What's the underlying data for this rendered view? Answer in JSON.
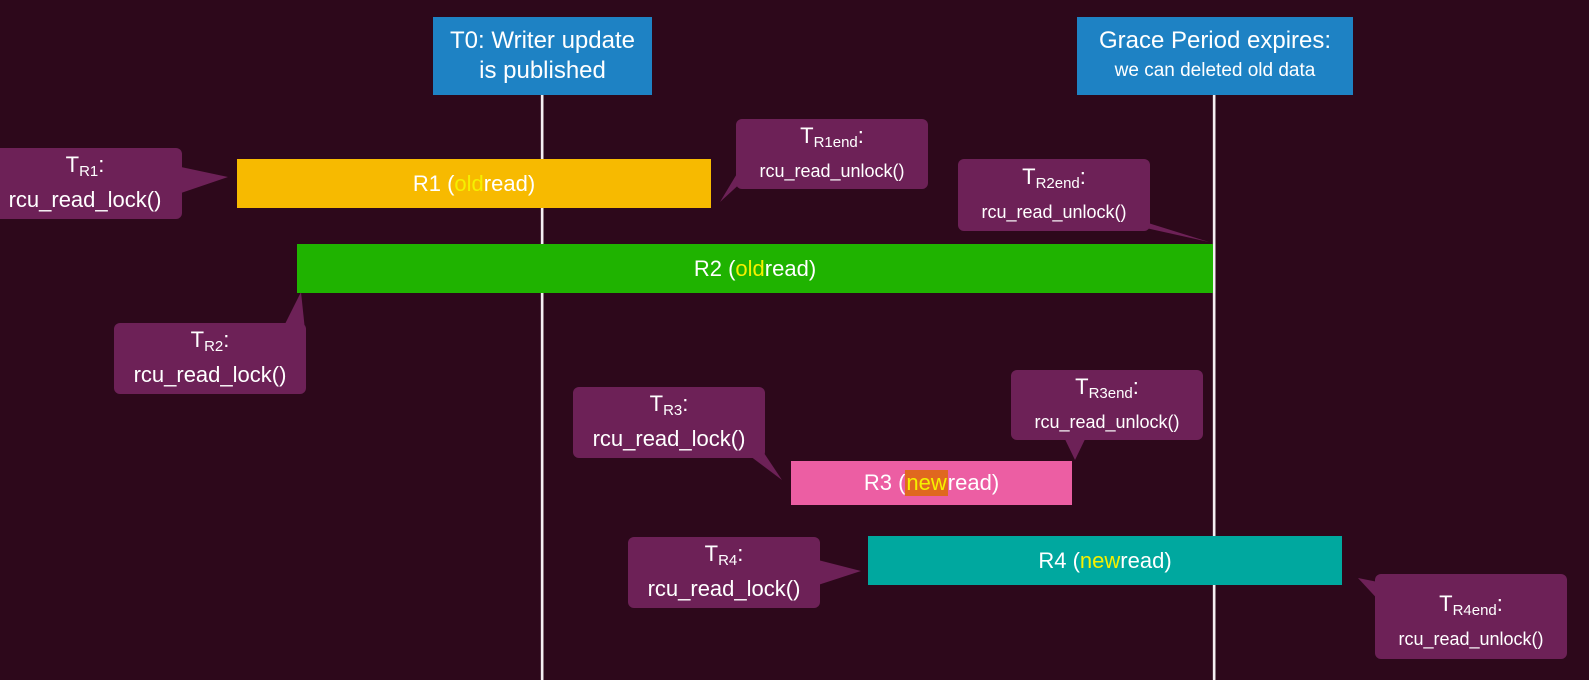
{
  "headers": {
    "t0": {
      "line1": "T0: Writer update",
      "line2": "is published"
    },
    "grace": {
      "line1": "Grace Period expires:",
      "line2": "we can deleted old data"
    }
  },
  "bars": {
    "r1": {
      "prefix": "R1 (",
      "word": "old",
      "suffix": " read)",
      "color": "#f7ba00"
    },
    "r2": {
      "prefix": "R2 (",
      "word": "old",
      "suffix": " read)",
      "color": "#1fb300"
    },
    "r3": {
      "prefix": "R3 (",
      "word": "new",
      "suffix": " read)",
      "color": "#ec5ea3"
    },
    "r4": {
      "prefix": "R4 (",
      "word": "new",
      "suffix": " read)",
      "color": "#00a89f"
    }
  },
  "callouts": {
    "tr1": {
      "t": "T",
      "sub": "R1",
      "colon": ":",
      "func": "rcu_read_lock()"
    },
    "tr1end": {
      "t": "T",
      "sub": "R1end",
      "colon": ":",
      "func": "rcu_read_unlock()"
    },
    "tr2end": {
      "t": "T",
      "sub": "R2end",
      "colon": ":",
      "func": "rcu_read_unlock()"
    },
    "tr2": {
      "t": "T",
      "sub": "R2",
      "colon": ":",
      "func": "rcu_read_lock()"
    },
    "tr3": {
      "t": "T",
      "sub": "R3",
      "colon": ":",
      "func": "rcu_read_lock()"
    },
    "tr3end": {
      "t": "T",
      "sub": "R3end",
      "colon": ":",
      "func": "rcu_read_unlock()"
    },
    "tr4": {
      "t": "T",
      "sub": "R4",
      "colon": ":",
      "func": "rcu_read_lock()"
    },
    "tr4end": {
      "t": "T",
      "sub": "R4end",
      "colon": ":",
      "func": "rcu_read_unlock()"
    }
  },
  "colors": {
    "background": "#2d081b",
    "header": "#1e82c4",
    "callout": "#6d2157",
    "highlight": "#f5f000"
  }
}
